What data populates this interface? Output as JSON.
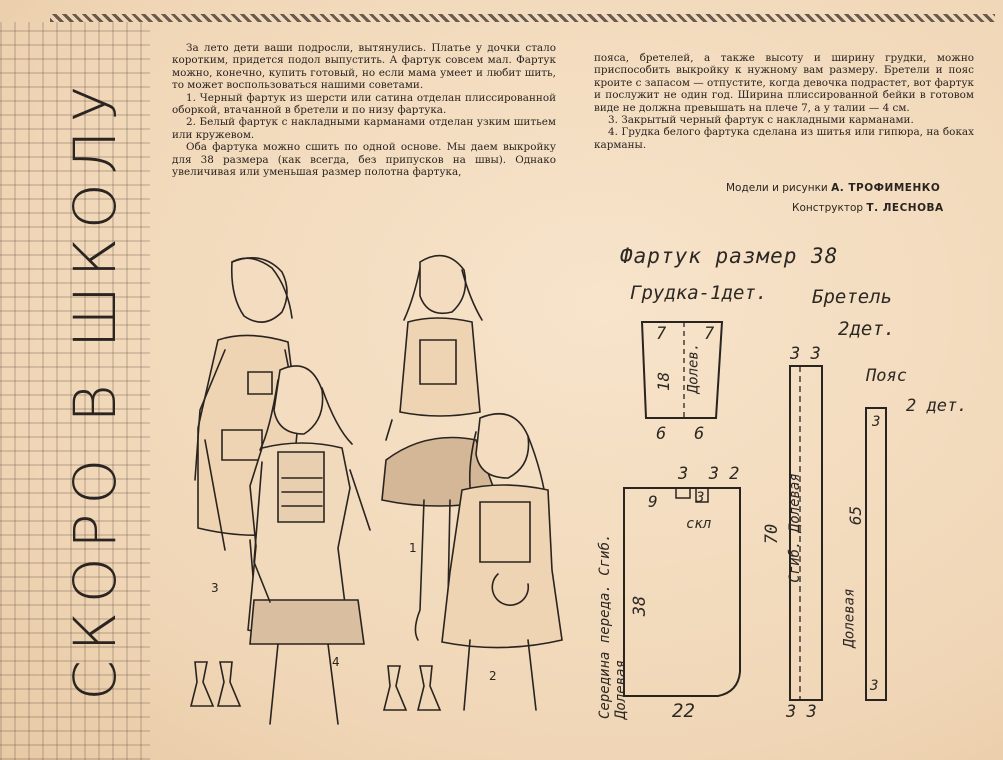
{
  "side_title": "СКОРО В ШКОЛУ",
  "article": {
    "col1": [
      "За лето дети ваши подросли, вытянулись. Платье у дочки стало коротким, придется подол выпустить. А фартук совсем мал. Фартук можно, конечно, купить готовый, но если мама умеет и любит шить, то может воспользоваться нашими советами.",
      "1. Черный фартук из шерсти или сатина отделан плиссированной оборкой, втачанной в бретели и по низу фартука.",
      "2. Белый фартук с накладными карманами отделан узким шитьем или кружевом.",
      "Оба фартука можно сшить по одной основе. Мы даем выкройку для 38 размера (как всегда, без припусков на швы). Однако увеличивая или уменьшая размер полотна фартука,"
    ],
    "col2": [
      "пояса, бретелей, а также высоту и ширину грудки, можно приспособить выкройку к нужному вам размеру. Бретели и пояс кроите с запасом — отпустите, когда девочка подрастет, вот фартук и послужит не один год. Ширина плиссированной бейки в готовом виде не должна превышать на плече 7, а у талии — 4 см.",
      "3. Закрытый черный фартук с накладными карманами.",
      "4. Грудка белого фартука сделана из шитья или гипюра, на боках карманы."
    ],
    "credit_models_label": "Модели и рисунки",
    "credit_models_name": "А. ТРОФИМЕНКО",
    "credit_constructor_label": "Конструктор",
    "credit_constructor_name": "Т. ЛЕСНОВА"
  },
  "illustration": {
    "figure_numbers": [
      "3",
      "4",
      "1",
      "2"
    ]
  },
  "pattern": {
    "title": "Фартук размер 38",
    "bib_label": "Грудка-1дет.",
    "strap_label": "Бретель",
    "strap_count": "2дет.",
    "belt_label": "Пояс",
    "belt_count": "2 дет.",
    "bib": {
      "top_left": "7",
      "top_right": "7",
      "height": "18",
      "grain": "Долев.",
      "bottom_left": "6",
      "bottom_right": "6"
    },
    "strap": {
      "top": "3 3",
      "length": "70",
      "grain": "Сгиб. Долевая",
      "bottom": "3 3"
    },
    "belt": {
      "top": "3",
      "length": "65",
      "grain": "Долевая",
      "bottom": "3"
    },
    "front": {
      "top": "3  3 2",
      "left": "9",
      "pleat": "3",
      "pleat_label": "скл",
      "side_label": "Середина переда. Сгиб. Долевая.",
      "height": "38",
      "bottom": "22"
    }
  }
}
